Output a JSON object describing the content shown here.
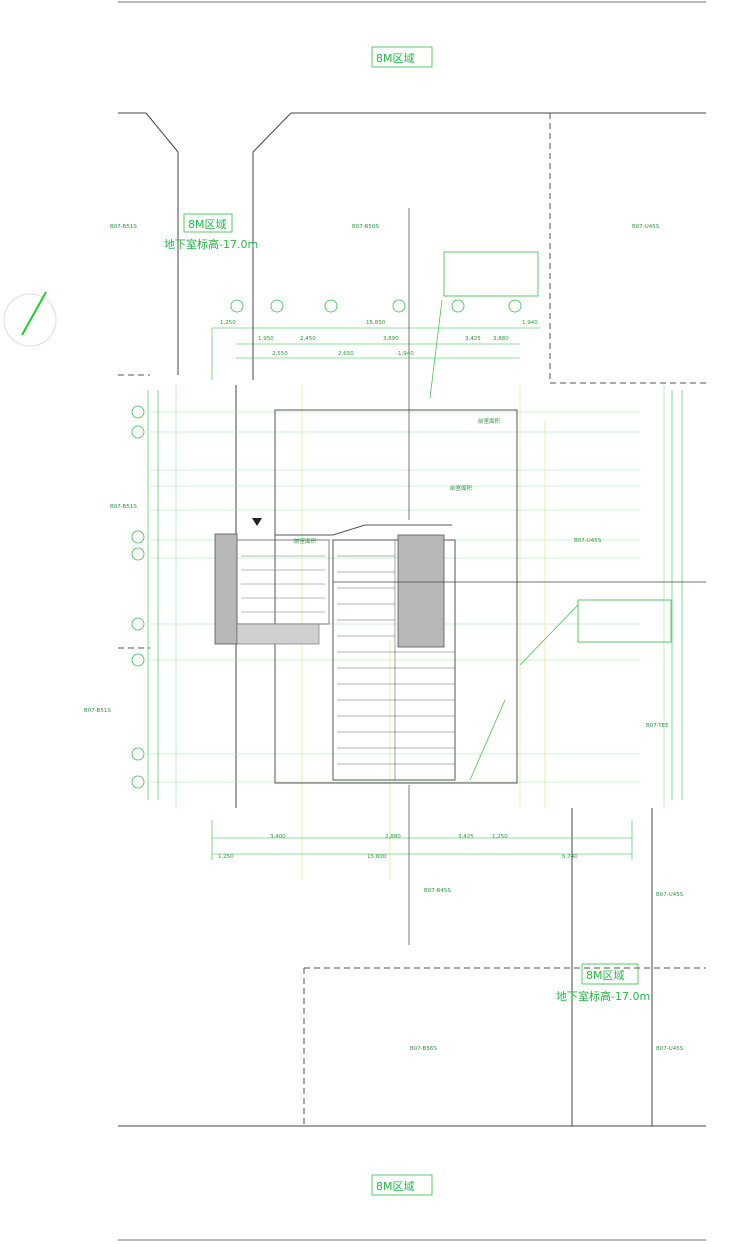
{
  "labels": {
    "top_zone": "8M区域",
    "right_zone_bottom": "8M区域",
    "bottom_zone": "8M区域",
    "level_note_top": "地下室标高-17.0m",
    "level_note_bottom": "地下室标高-17.0m",
    "top_mark": "8M区域"
  }
}
